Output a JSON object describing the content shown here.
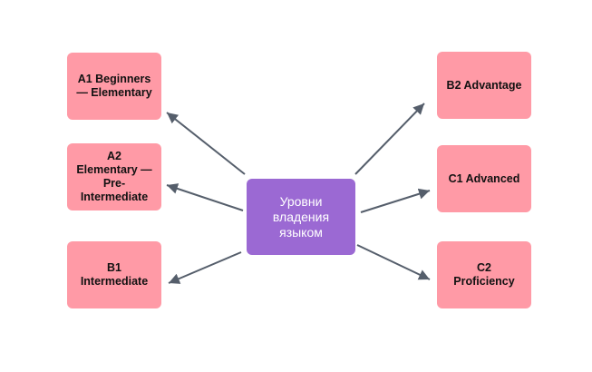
{
  "center": {
    "label": "Уровни\nвладения\nязыком"
  },
  "levels": {
    "a1": "A1 Beginners\n— Elementary",
    "a2": "A2\nElementary —\nPre-\nIntermediate",
    "b1": "B1\nIntermediate",
    "b2": "B2 Advantage",
    "c1": "C1 Advanced",
    "c2": "C2\nProficiency"
  },
  "colors": {
    "level_box": "#ff9aa6",
    "center_box": "#9b69d3",
    "arrow": "#555e6b"
  }
}
